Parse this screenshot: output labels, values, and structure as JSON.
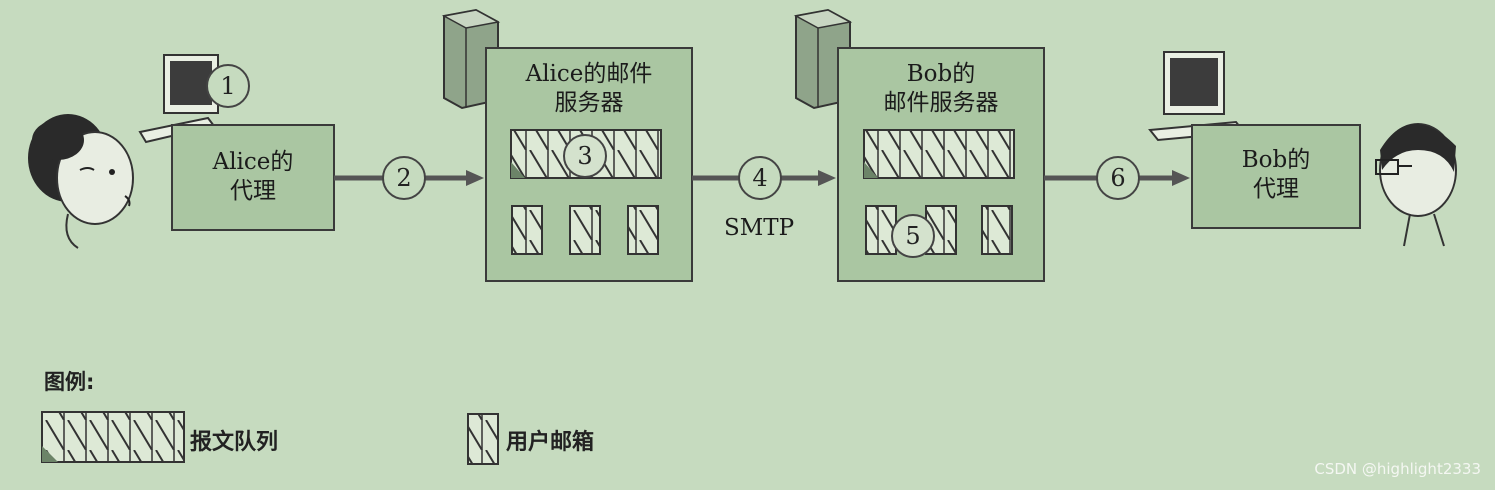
{
  "diagram": {
    "alice_agent": [
      "Alice的",
      "代理"
    ],
    "alice_server": [
      "Alice的邮件",
      "服务器"
    ],
    "bob_server": [
      "Bob的",
      "邮件服务器"
    ],
    "bob_agent": [
      "Bob的",
      "代理"
    ],
    "protocol_label": "SMTP",
    "steps": [
      "1",
      "2",
      "3",
      "4",
      "5",
      "6"
    ]
  },
  "legend": {
    "title": "图例:",
    "queue_label": "报文队列",
    "mailbox_label": "用户邮箱"
  },
  "watermark": "CSDN @highlight2333",
  "colors": {
    "background": "#c6dbbf",
    "box_fill": "#aac6a2",
    "stroke": "#3a3a3a",
    "arrow": "#555555"
  }
}
